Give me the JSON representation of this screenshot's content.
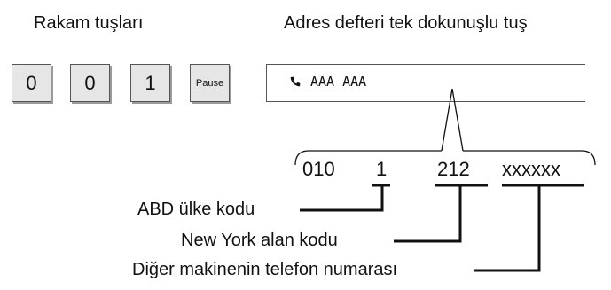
{
  "headers": {
    "keypad_title": "Rakam tuşları",
    "addressbook_title": "Adres defteri tek dokunuşlu tuş"
  },
  "keys": [
    {
      "label": "0"
    },
    {
      "label": "0"
    },
    {
      "label": "1"
    },
    {
      "label": "Pause"
    }
  ],
  "address_key": {
    "icon": "phone-icon",
    "name": "AAA  AAA"
  },
  "number_parts": {
    "prefix": "010",
    "country": "1",
    "area": "212",
    "local": "xxxxxx"
  },
  "annotations": {
    "country_code": "ABD ülke kodu",
    "area_code": "New York alan kodu",
    "phone_number": "Diğer makinenin telefon numarası"
  }
}
